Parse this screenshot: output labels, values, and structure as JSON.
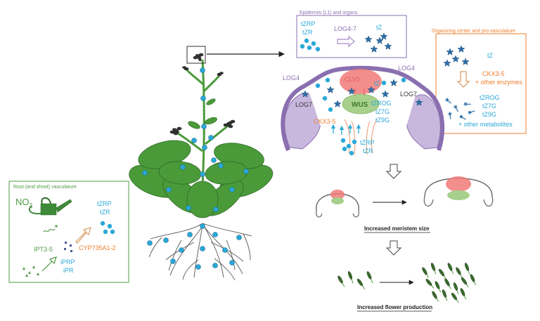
{
  "colors": {
    "cyan": "#2aa8d8",
    "star": "#2f6fa8",
    "green": "#4f9a45",
    "orange": "#ee7d2a",
    "purple": "#8a6fb0",
    "meristem": "#a88cc8",
    "leaf": "#4a9a3a",
    "red": "#f07a78",
    "wusGreen": "#a8d08d"
  },
  "epidermis": {
    "title": "Epidermis (L1) and organs",
    "tzrp": "tZRP",
    "tzr": "tZR",
    "log47": "LOG4-7",
    "tz": "tZ"
  },
  "organizing": {
    "title": "Organizing center and pro-vasculature",
    "tz": "tZ",
    "ckx": "CKX3-5",
    "enzymes": "+ other enzymes",
    "tzrog": "tZROG",
    "tz7g": "tZ7G",
    "tz9g": "tZ9G",
    "metabolites": "+ other metabolites"
  },
  "meristem": {
    "log4_left": "LOG4",
    "log4_right": "LOG4",
    "log7_left": "LOG7",
    "log7_right": "LOG7",
    "clv3": "CLV3",
    "tz": "tZ",
    "wus": "WUS",
    "ckx": "CKX3-5",
    "tzrog": "tZROG",
    "tz7g": "tZ7G",
    "tz9g": "tZ9G",
    "tzrp": "tZRP",
    "tzr": "tZR"
  },
  "root": {
    "title": "Root (and shoot) vasculature",
    "no3": "NO",
    "no3_sub": "3",
    "ipt": "IPT3-5",
    "iprp": "iPRP",
    "ipr": "iPR",
    "cyp": "CYP735A1-2",
    "tzrp": "tZRP",
    "tzr": "tZR"
  },
  "outcomes": {
    "meristem_size": "Increased meristem size",
    "flower_production": "Increased flower production"
  }
}
